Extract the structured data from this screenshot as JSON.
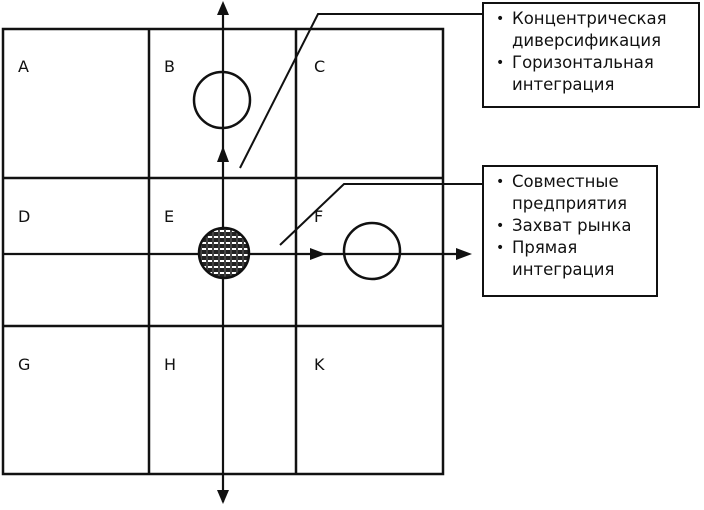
{
  "matrix": {
    "cells": [
      "A",
      "B",
      "C",
      "D",
      "E",
      "F",
      "G",
      "H",
      "K"
    ]
  },
  "notes": {
    "top": {
      "items": [
        "Концентрическая диверсификация",
        "Горизонтальная интеграция"
      ]
    },
    "right": {
      "items": [
        "Совместные предприятия",
        "Захват рынка",
        "Прямая интеграция"
      ]
    }
  }
}
